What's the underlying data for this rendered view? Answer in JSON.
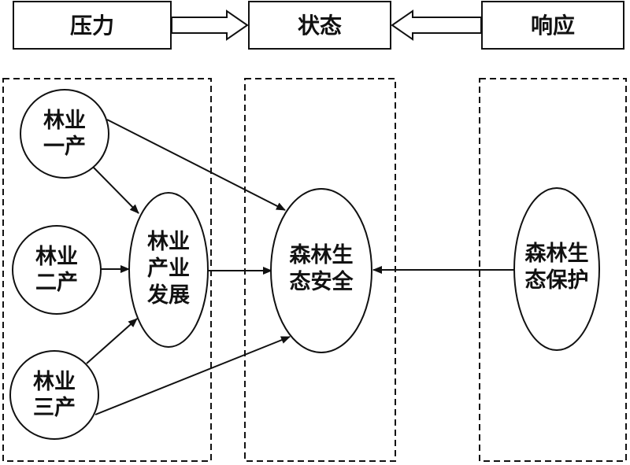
{
  "header": {
    "pressure": "压力",
    "state": "状态",
    "response": "响应"
  },
  "nodes": {
    "forestry_primary": [
      "林业",
      "一产"
    ],
    "forestry_secondary": [
      "林业",
      "二产"
    ],
    "forestry_tertiary": [
      "林业",
      "三产"
    ],
    "forestry_industry_development": [
      "林业",
      "产业",
      "发展"
    ],
    "forest_ecological_security": [
      "森林生",
      "态安全"
    ],
    "forest_ecological_protection": [
      "森林生",
      "态保护"
    ]
  },
  "colors": {
    "stroke": "#111111",
    "background": "#ffffff"
  }
}
